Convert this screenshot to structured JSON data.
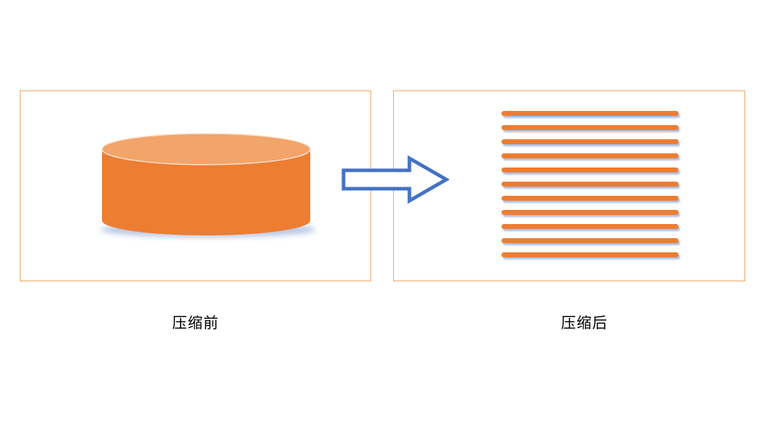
{
  "panels": {
    "before": {
      "label": "压缩前"
    },
    "after": {
      "label": "压缩后",
      "bar_count": 11
    }
  },
  "icons": {
    "cylinder": "database-cylinder-icon",
    "arrow": "right-arrow-icon",
    "bars": "compressed-stripes"
  },
  "colors": {
    "panel_border": "#EDA45F",
    "cylinder_body": "#ED7D31",
    "cylinder_top": "#F2A469",
    "bar_fill": "#ED7D31",
    "arrow_stroke": "#4472C4",
    "shadow": "#6886C5"
  }
}
